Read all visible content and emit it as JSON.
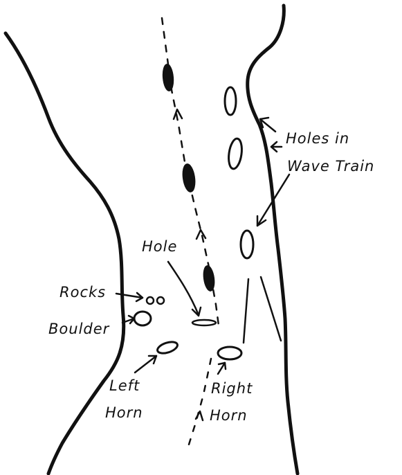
{
  "labels": {
    "holes_in_wave_train_line1": "Holes in",
    "holes_in_wave_train_line2": "Wave Train",
    "hole": "Hole",
    "rocks": "Rocks",
    "boulder": "Boulder",
    "left_horn_line1": "Left",
    "left_horn_line2": "Horn",
    "right_horn_line1": "Right",
    "right_horn_line2": "Horn"
  },
  "colors": {
    "ink": "#111111",
    "background": "#ffffff"
  }
}
